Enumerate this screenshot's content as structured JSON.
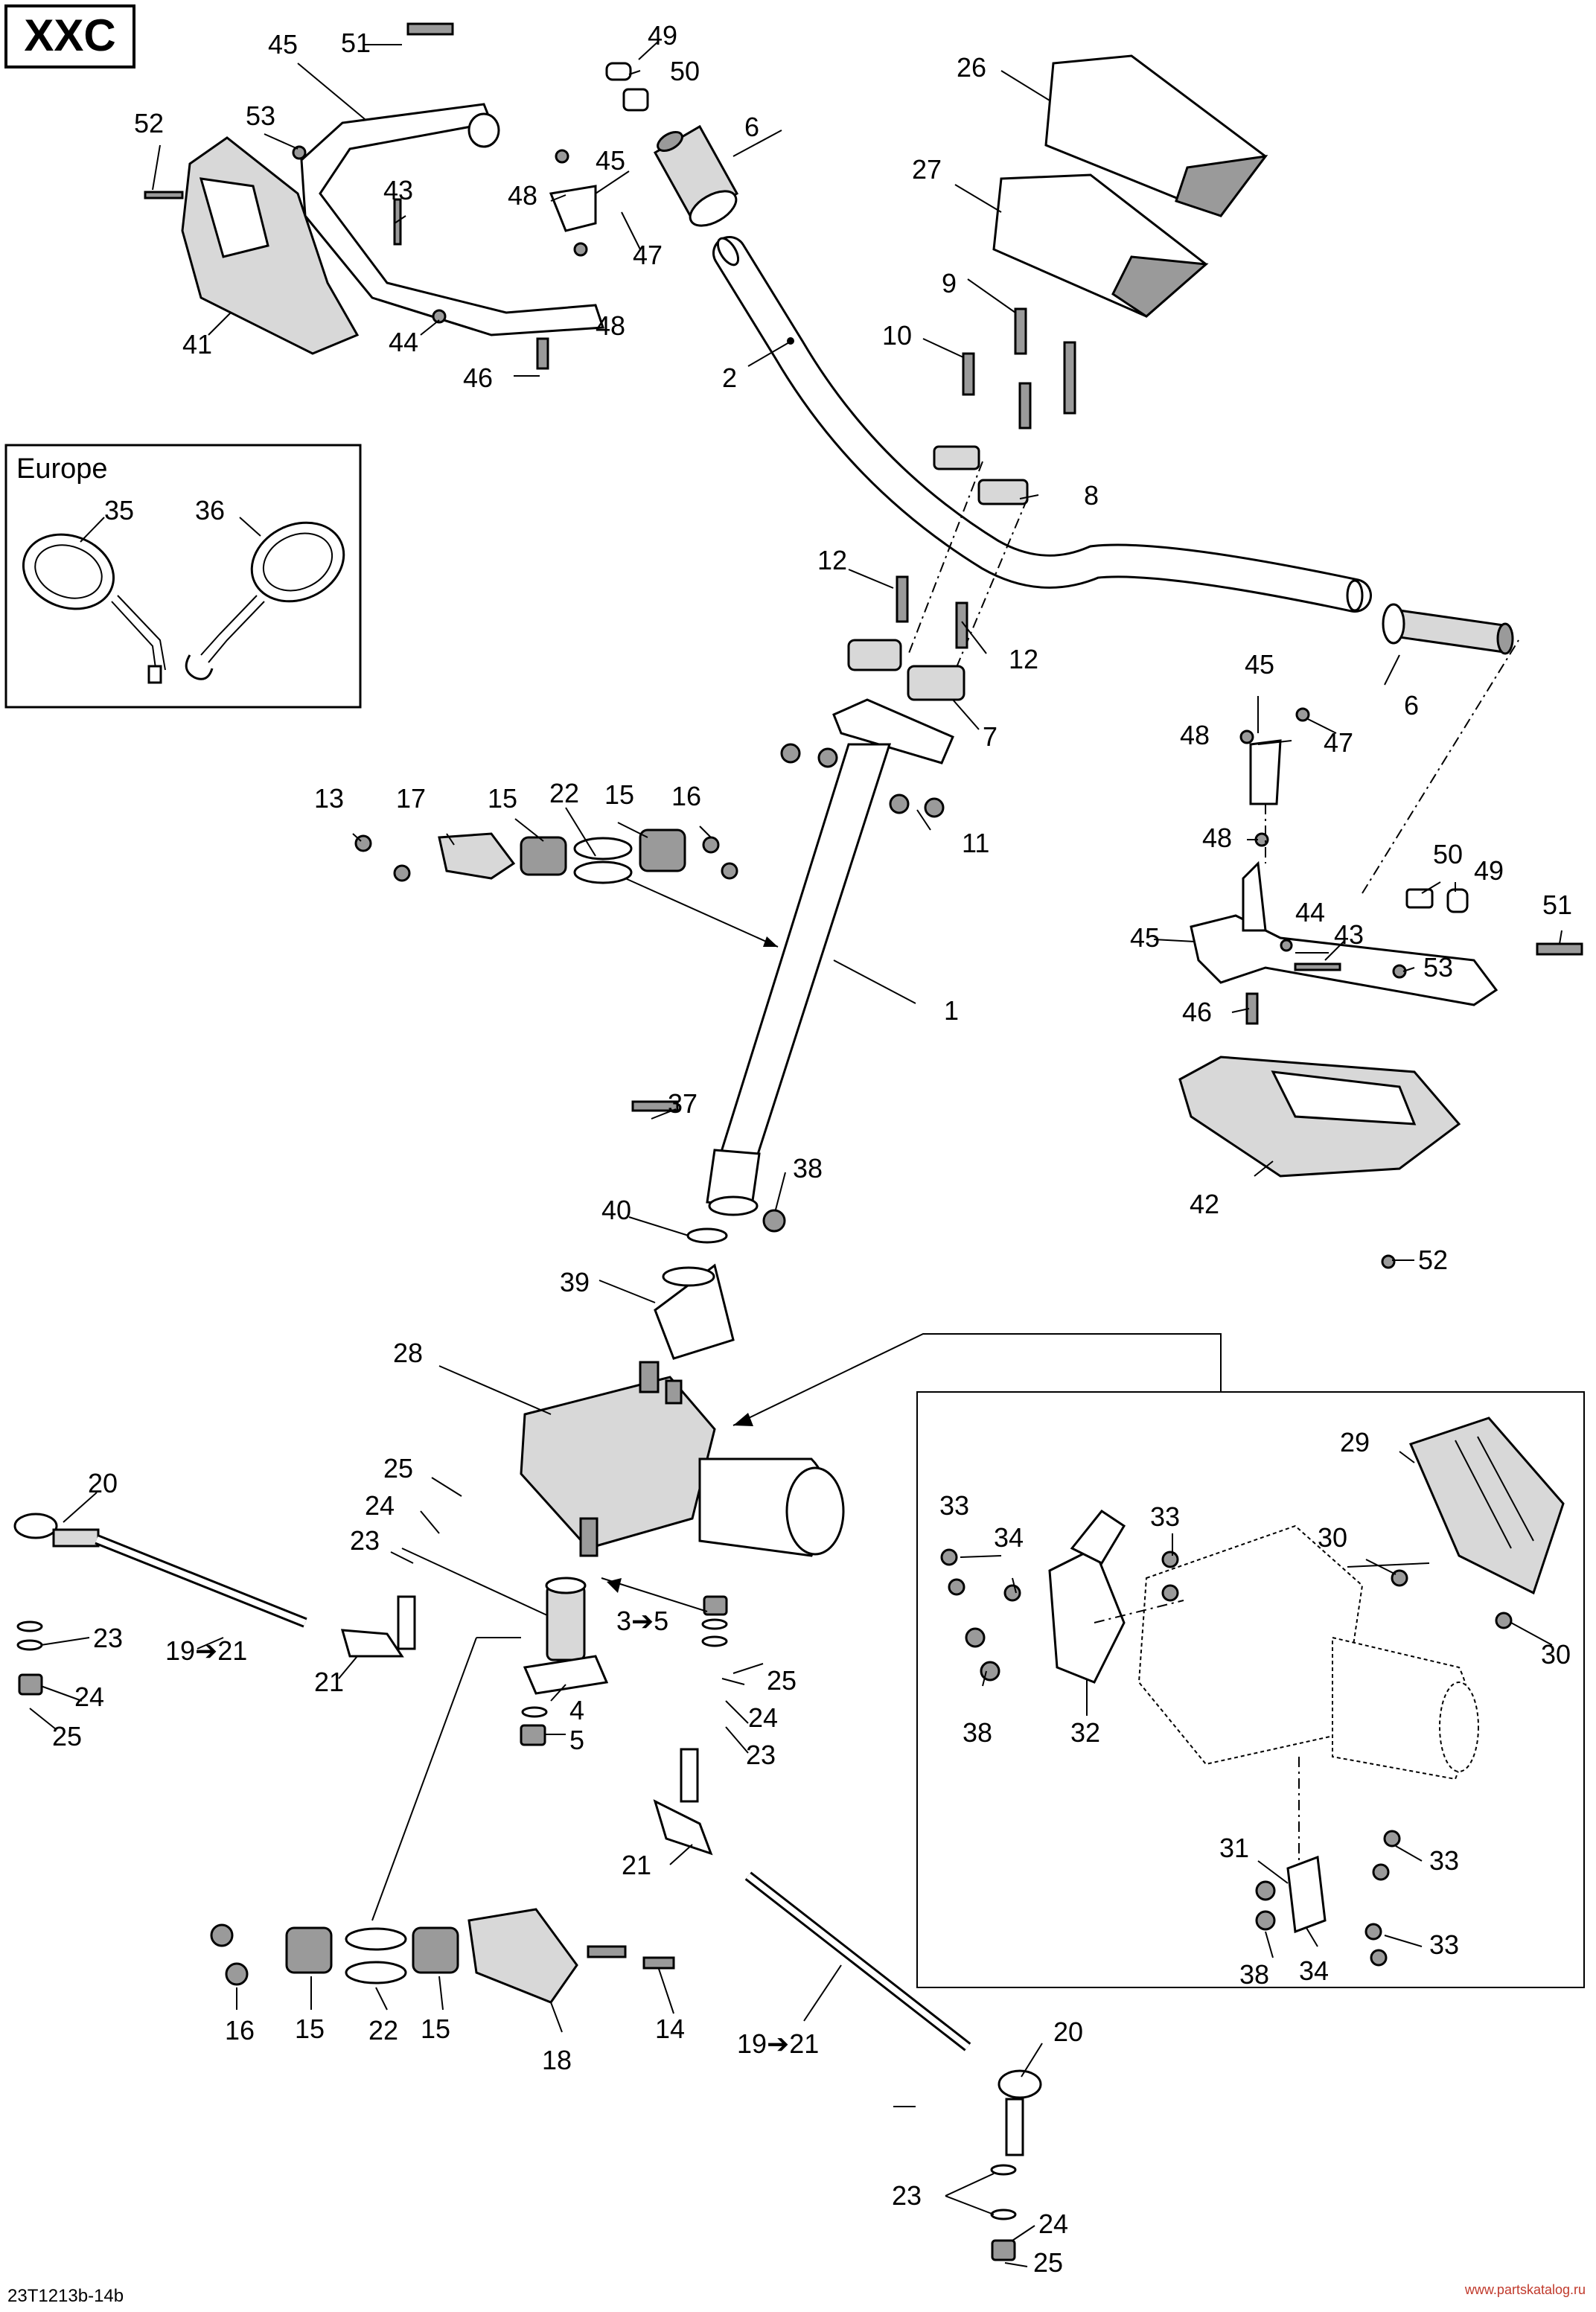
{
  "model_badge": "XXC",
  "inset_europe_title": "Europe",
  "drawing_number": "23T1213b-14b",
  "watermark": "www.partskatalog.ru",
  "callouts": {
    "c1": "1",
    "c2": "2",
    "c3_5": "3➔5",
    "c4": "4",
    "c5": "5",
    "c6_top": "6",
    "c6_right": "6",
    "c7": "7",
    "c8": "8",
    "c9": "9",
    "c10": "10",
    "c11": "11",
    "c12_a": "12",
    "c12_b": "12",
    "c13": "13",
    "c14": "14",
    "c15_a": "15",
    "c15_b": "15",
    "c15_c": "15",
    "c15_d": "15",
    "c16_a": "16",
    "c16_b": "16",
    "c17": "17",
    "c18": "18",
    "c19_21_a": "19➔21",
    "c19_21_b": "19➔21",
    "c20_a": "20",
    "c20_b": "20",
    "c21_a": "21",
    "c21_b": "21",
    "c22_a": "22",
    "c22_b": "22",
    "c23_a": "23",
    "c23_b": "23",
    "c23_c": "23",
    "c23_d": "23",
    "c24_a": "24",
    "c24_b": "24",
    "c24_c": "24",
    "c24_d": "24",
    "c25_a": "25",
    "c25_b": "25",
    "c25_c": "25",
    "c25_d": "25",
    "c26": "26",
    "c27": "27",
    "c28": "28",
    "c29": "29",
    "c30_a": "30",
    "c30_b": "30",
    "c31": "31",
    "c32": "32",
    "c33_a": "33",
    "c33_b": "33",
    "c33_c": "33",
    "c33_d": "33",
    "c34_a": "34",
    "c34_b": "34",
    "c35": "35",
    "c36": "36",
    "c37": "37",
    "c38_a": "38",
    "c38_b": "38",
    "c38_c": "38",
    "c39": "39",
    "c40": "40",
    "c41": "41",
    "c42": "42",
    "c43_a": "43",
    "c43_b": "43",
    "c44_a": "44",
    "c44_b": "44",
    "c45_a": "45",
    "c45_b": "45",
    "c45_c": "45",
    "c45_d": "45",
    "c46_a": "46",
    "c46_b": "46",
    "c47_a": "47",
    "c47_b": "47",
    "c48_a": "48",
    "c48_b": "48",
    "c48_c": "48",
    "c48_d": "48",
    "c49_a": "49",
    "c49_b": "49",
    "c50_a": "50",
    "c50_b": "50",
    "c51_a": "51",
    "c51_b": "51",
    "c52_a": "52",
    "c52_b": "52",
    "c53_a": "53",
    "c53_b": "53"
  }
}
